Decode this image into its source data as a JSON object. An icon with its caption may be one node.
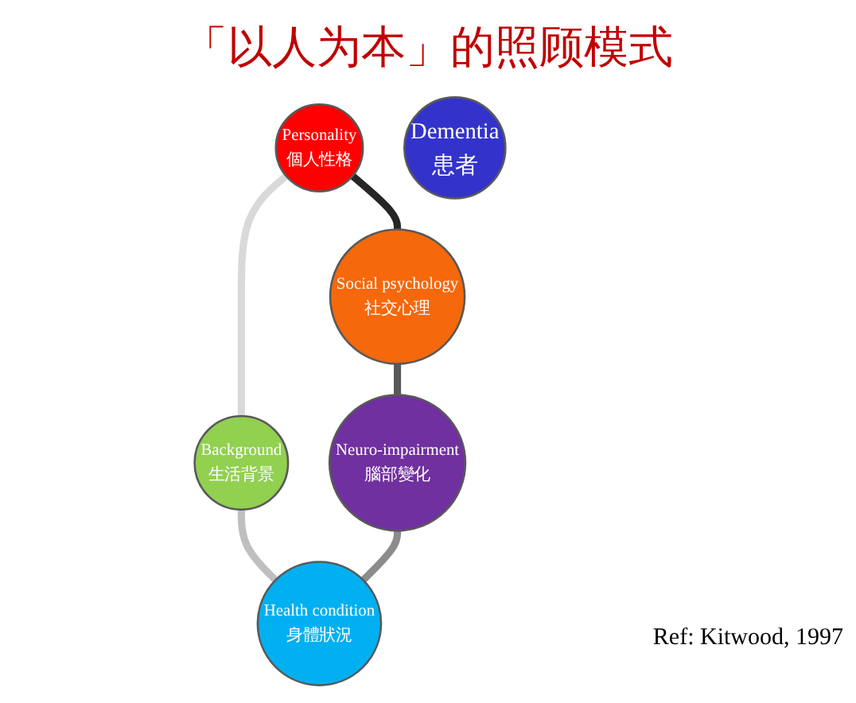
{
  "diagram": {
    "title": "「以人为本」的照顾模式",
    "nodes": [
      {
        "text": [
          "Personality",
          "個人性格"
        ]
      },
      {
        "text": [
          "Social psychology",
          "社交心理"
        ]
      },
      {
        "text": [
          "Background",
          "生活背景"
        ]
      },
      {
        "text": [
          "Dementia",
          "患者"
        ]
      },
      {
        "text": [
          "Neuro-impairment",
          "腦部變化"
        ]
      },
      {
        "text": [
          "Health condition",
          "身體狀況"
        ]
      }
    ],
    "edges": [
      {
        "from": 0,
        "to": 1,
        "arrow": "none",
        "color": "#262626"
      },
      {
        "from": 0,
        "to": 2,
        "arrow": "none",
        "color": "#d9d9d9"
      },
      {
        "from": 1,
        "to": 4,
        "arrow": "none",
        "color": "#595959"
      },
      {
        "from": 2,
        "to": 5,
        "arrow": "none",
        "color": "#bfbfbf"
      },
      {
        "from": 4,
        "to": 5,
        "arrow": "none",
        "color": "#8c8c8c"
      }
    ],
    "labels": [
      "Ref: Kitwood, 1997"
    ]
  }
}
